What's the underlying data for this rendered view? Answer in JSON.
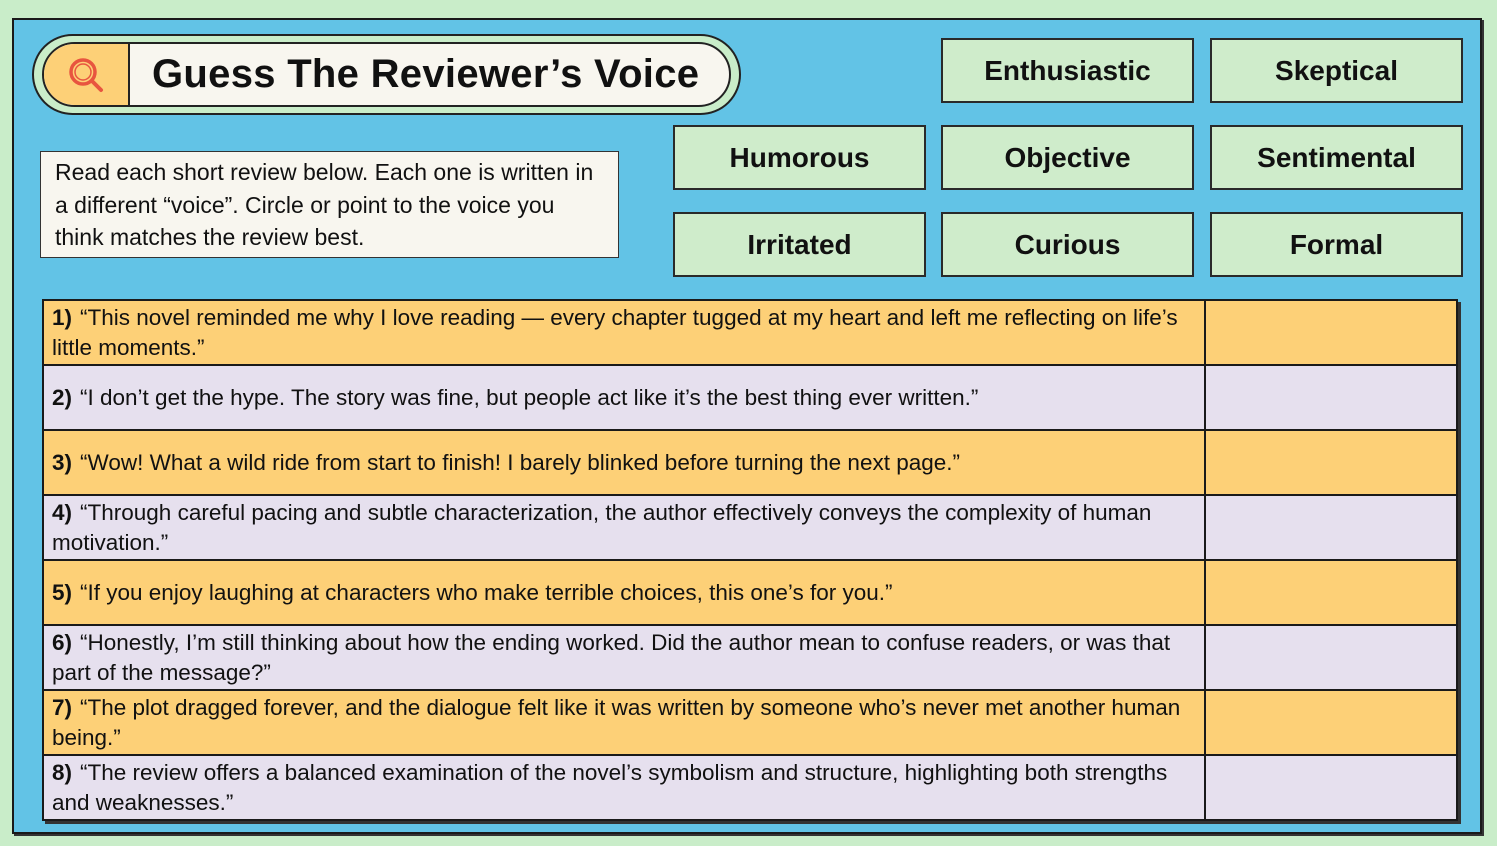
{
  "title": "Guess The Reviewer’s Voice",
  "instructions": "Read each short review below. Each one is written in a different “voice”. Circle or point to the voice you think matches the review best.",
  "voices": [
    "Enthusiastic",
    "Skeptical",
    "Humorous",
    "Objective",
    "Sentimental",
    "Irritated",
    "Curious",
    "Formal"
  ],
  "reviews": [
    {
      "num": "1)",
      "text": "“This novel reminded me why I love reading — every chapter tugged at my heart and left me reflecting on life’s little moments.”"
    },
    {
      "num": "2)",
      "text": "“I don’t get the hype. The story was fine, but people act like it’s the best thing ever written.”"
    },
    {
      "num": "3)",
      "text": "“Wow! What a wild ride from start to finish! I barely blinked before turning the next page.”"
    },
    {
      "num": "4)",
      "text": "“Through careful pacing and subtle characterization, the author effectively conveys the complexity of human motivation.”"
    },
    {
      "num": "5)",
      "text": "“If you enjoy laughing at characters who make terrible choices, this one’s for you.”"
    },
    {
      "num": "6)",
      "text": "“Honestly, I’m still thinking about how the ending worked. Did the author mean to confuse readers, or was that part of the message?”"
    },
    {
      "num": "7)",
      "text": "“The plot dragged forever, and the dialogue felt like it was written by someone who’s never met another human being.”"
    },
    {
      "num": "8)",
      "text": "“The review offers a balanced examination of the novel’s symbolism and structure, highlighting both strengths and weaknesses.”"
    }
  ]
}
